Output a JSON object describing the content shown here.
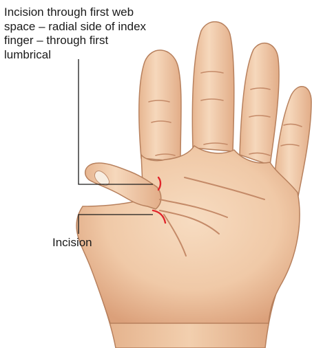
{
  "labels": {
    "web_space_incision": [
      "Incision through first web",
      "space – radial side of index",
      "finger – through first",
      "lumbrical"
    ],
    "thenar_incision": "Incision"
  },
  "colors": {
    "skin": "#f3d3b4",
    "skin_shadow": "#d9a47e",
    "outline": "#b7805d",
    "crease": "#c48a68",
    "incision": "#e0252b",
    "leader_line": "#1a1a1a",
    "text": "#1a1a1a"
  }
}
